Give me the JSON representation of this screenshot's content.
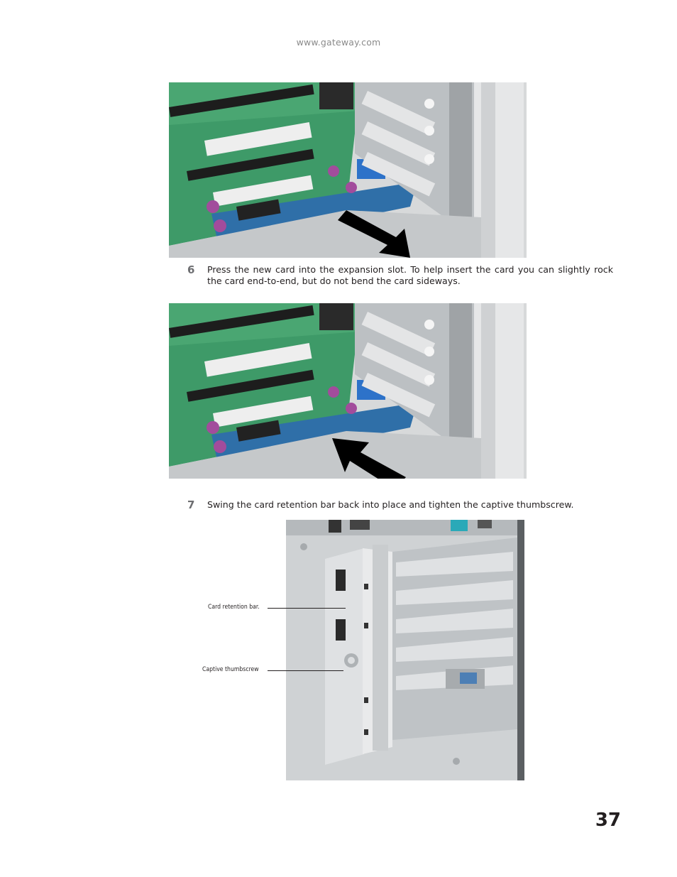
{
  "header": {
    "url": "www.gateway.com"
  },
  "steps": [
    {
      "number": "6",
      "text": "Press the new card into the expansion slot. To help insert the card you can slightly rock the card end-to-end, but do not bend the card sideways."
    },
    {
      "number": "7",
      "text": "Swing the card retention bar back into place and tighten the captive thumbscrew."
    }
  ],
  "callouts": {
    "retention_bar": "Card retention bar.",
    "thumbscrew": "Captive thumbscrew"
  },
  "footer": {
    "page_number": "37"
  },
  "colors": {
    "board_green": "#3f9b6a",
    "card_blue": "#2f6fa8",
    "chassis_gray": "#c9cbcd",
    "arrow_black": "#000000"
  }
}
